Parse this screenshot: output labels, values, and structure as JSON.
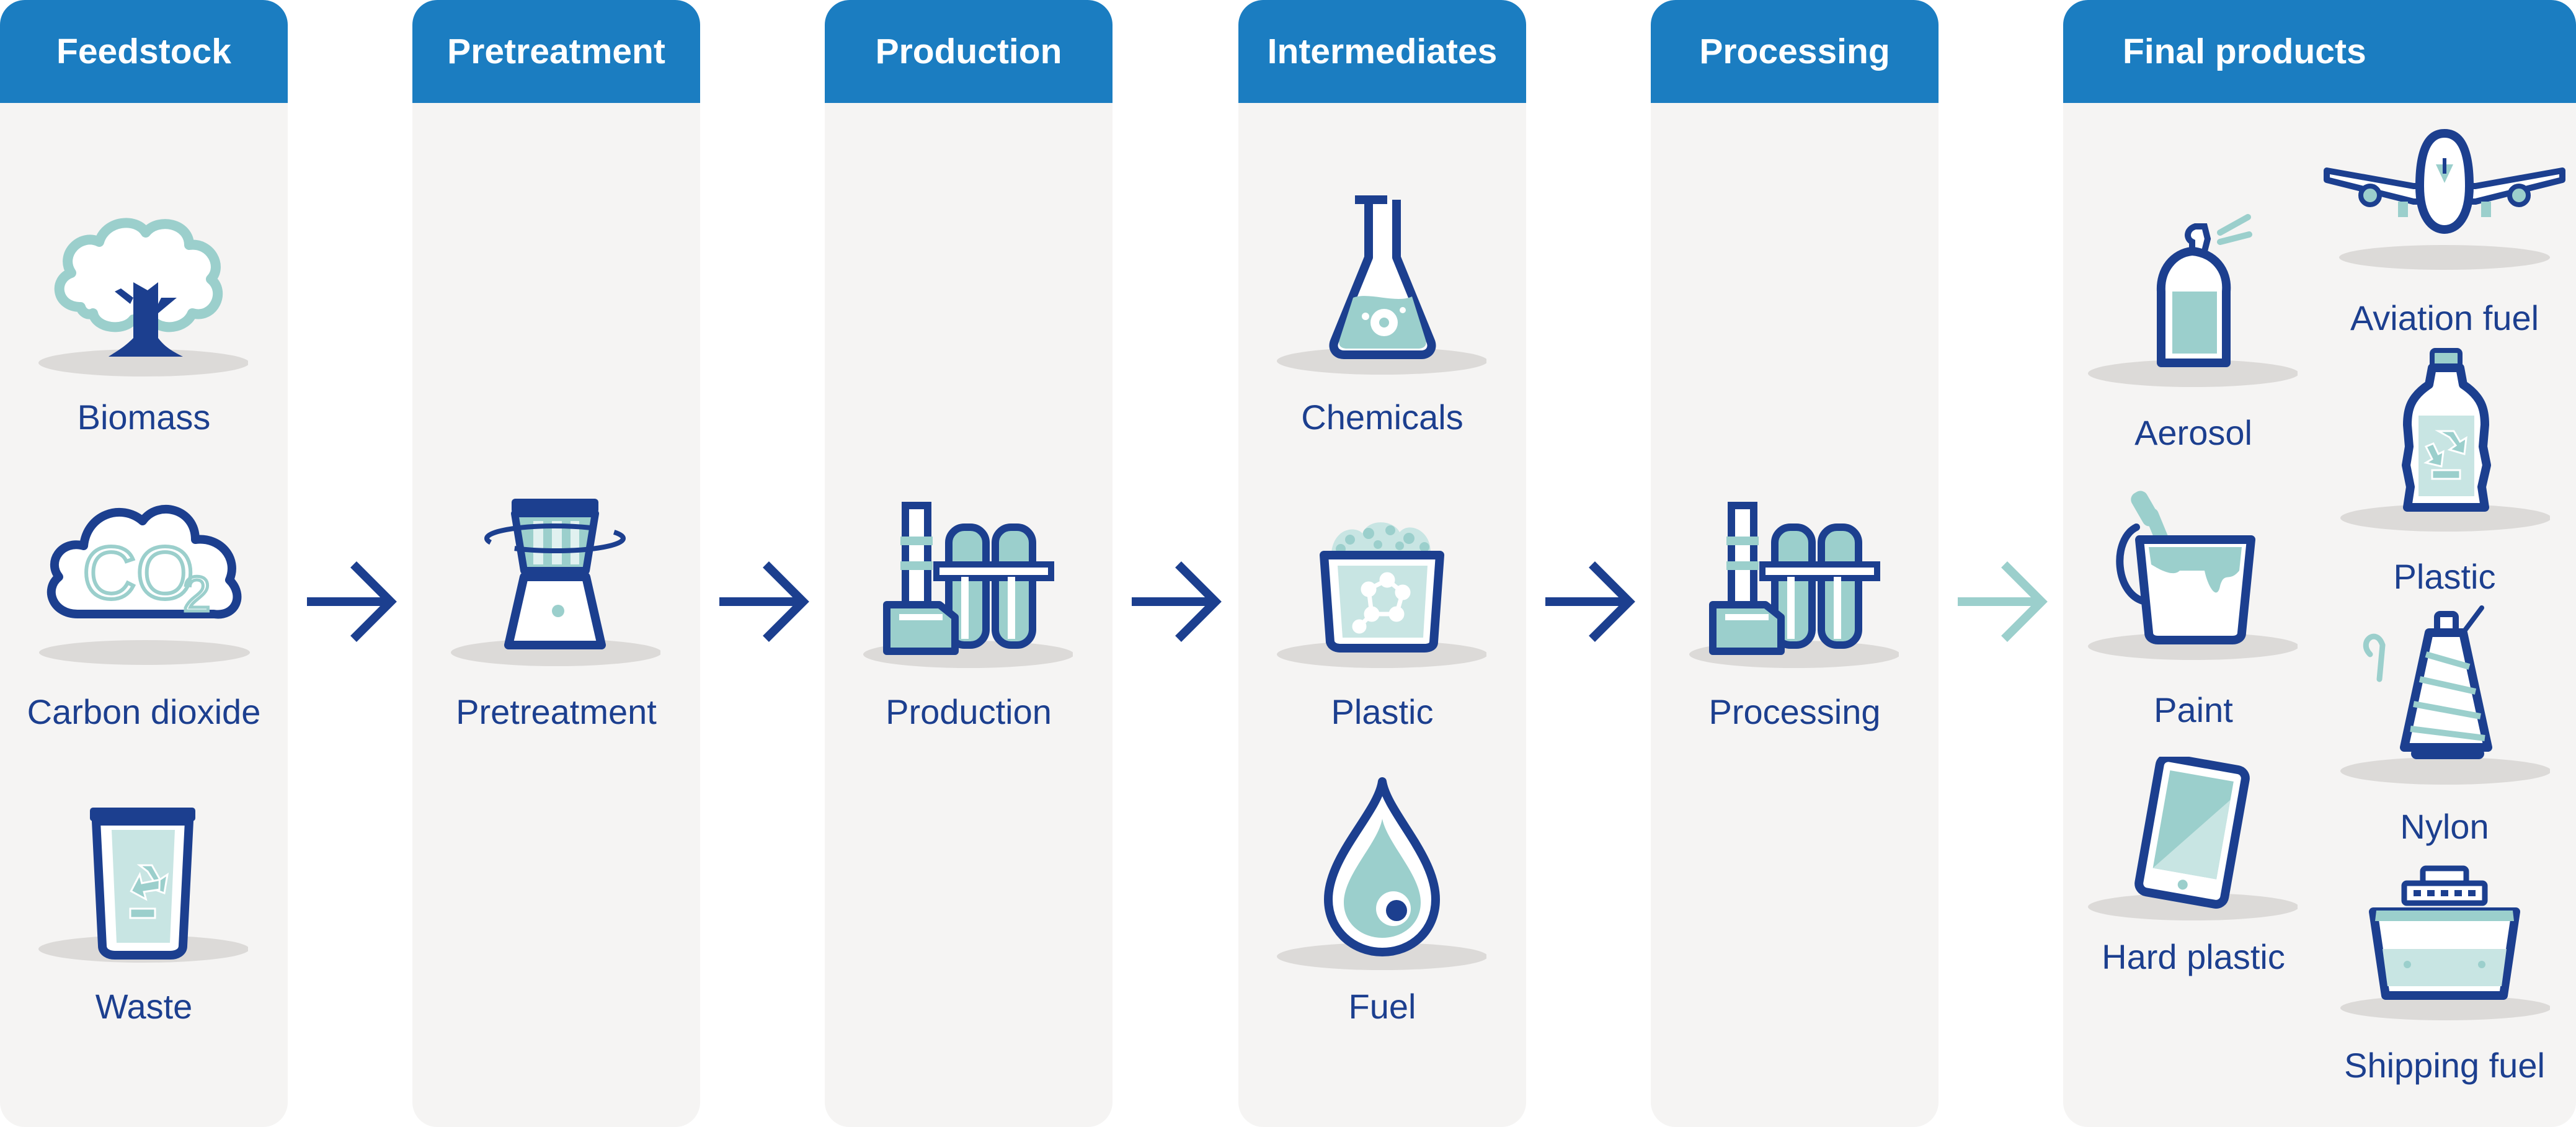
{
  "colors": {
    "header_bg": "#1b7dc1",
    "header_text": "#ffffff",
    "panel_bg": "#f5f4f3",
    "navy": "#1c3f8f",
    "teal": "#9bcfcc",
    "teal_light": "#c8e5e3",
    "shadow": "#dcdad8",
    "arrow_light": "#9bcfcc"
  },
  "columns": [
    {
      "header": "Feedstock",
      "items": [
        {
          "label": "Biomass",
          "icon": "tree-icon"
        },
        {
          "label": "Carbon dioxide",
          "icon": "co2-cloud-icon"
        },
        {
          "label": "Waste",
          "icon": "recycling-bin-icon"
        }
      ]
    },
    {
      "header": "Pretreatment",
      "items": [
        {
          "label": "Pretreatment",
          "icon": "blender-icon"
        }
      ]
    },
    {
      "header": "Production",
      "items": [
        {
          "label": "Production",
          "icon": "factory-icon"
        }
      ]
    },
    {
      "header": "Intermediates",
      "items": [
        {
          "label": "Chemicals",
          "icon": "flask-icon"
        },
        {
          "label": "Plastic",
          "icon": "plastic-tub-icon"
        },
        {
          "label": "Fuel",
          "icon": "fuel-drop-icon"
        }
      ]
    },
    {
      "header": "Processing",
      "items": [
        {
          "label": "Processing",
          "icon": "factory-icon"
        }
      ]
    },
    {
      "header": "Final products",
      "items": [
        {
          "label": "Aerosol",
          "icon": "aerosol-can-icon"
        },
        {
          "label": "Paint",
          "icon": "paint-bucket-icon"
        },
        {
          "label": "Hard plastic",
          "icon": "tablet-icon"
        },
        {
          "label": "Aviation fuel",
          "icon": "airplane-icon"
        },
        {
          "label": "Plastic",
          "icon": "plastic-bottle-icon"
        },
        {
          "label": "Nylon",
          "icon": "thread-spool-icon"
        },
        {
          "label": "Shipping fuel",
          "icon": "ship-icon"
        }
      ]
    }
  ],
  "arrows": [
    {
      "icon": "arrow-right-icon",
      "color": "#1c3f8f"
    },
    {
      "icon": "arrow-right-icon",
      "color": "#1c3f8f"
    },
    {
      "icon": "arrow-right-icon",
      "color": "#1c3f8f"
    },
    {
      "icon": "arrow-right-icon",
      "color": "#1c3f8f"
    },
    {
      "icon": "arrow-right-icon",
      "color": "#9bcfcc"
    }
  ]
}
